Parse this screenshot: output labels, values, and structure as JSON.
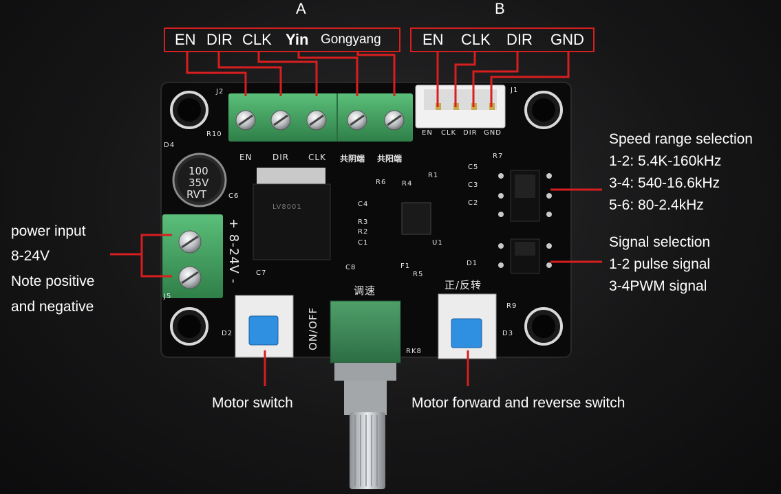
{
  "headers": {
    "a": "A",
    "b": "B"
  },
  "connector_a": {
    "pins": [
      "EN",
      "DIR",
      "CLK",
      "Yin",
      "Gongyang"
    ]
  },
  "connector_b": {
    "pins": [
      "EN",
      "CLK",
      "DIR",
      "GND"
    ]
  },
  "speed": {
    "title": "Speed range selection",
    "lines": [
      "1-2: 5.4K-160kHz",
      "3-4: 540-16.6kHz",
      "5-6: 80-2.4kHz"
    ]
  },
  "signal": {
    "title": "Signal selection",
    "lines": [
      "1-2 pulse signal",
      "3-4PWM signal"
    ]
  },
  "power": {
    "lines": [
      "power input",
      "8-24V",
      "Note positive",
      "and negative"
    ]
  },
  "bottom": {
    "motor_switch": "Motor switch",
    "forward_reverse": "Motor forward and reverse switch"
  },
  "board": {
    "terminal_silk": [
      "EN",
      "DIR",
      "CLK",
      "共阴端",
      "共阳端"
    ],
    "jst_silk": [
      "EN",
      "CLK",
      "DIR",
      "GND"
    ],
    "capacitor": [
      "100",
      "35V",
      "RVT"
    ],
    "power_silk": "+ 8-24V -",
    "speed_knob": "调速",
    "direction": "正/反转",
    "on_off": "ON/OFF",
    "chip": "LV8001",
    "refs": [
      "J2",
      "J1",
      "R10",
      "D4",
      "C6",
      "R6",
      "R4",
      "R1",
      "R7",
      "C5",
      "C3",
      "C2",
      "C4",
      "R3",
      "R2",
      "C1",
      "U1",
      "D1",
      "C8",
      "F1",
      "R5",
      "C7",
      "J5",
      "R9",
      "D3",
      "D2",
      "RK8"
    ]
  },
  "colors": {
    "accent": "#d81e1e",
    "pcb": "#0a0a0a",
    "terminal": "#3e9a5a",
    "button": "#2f8fe0"
  }
}
